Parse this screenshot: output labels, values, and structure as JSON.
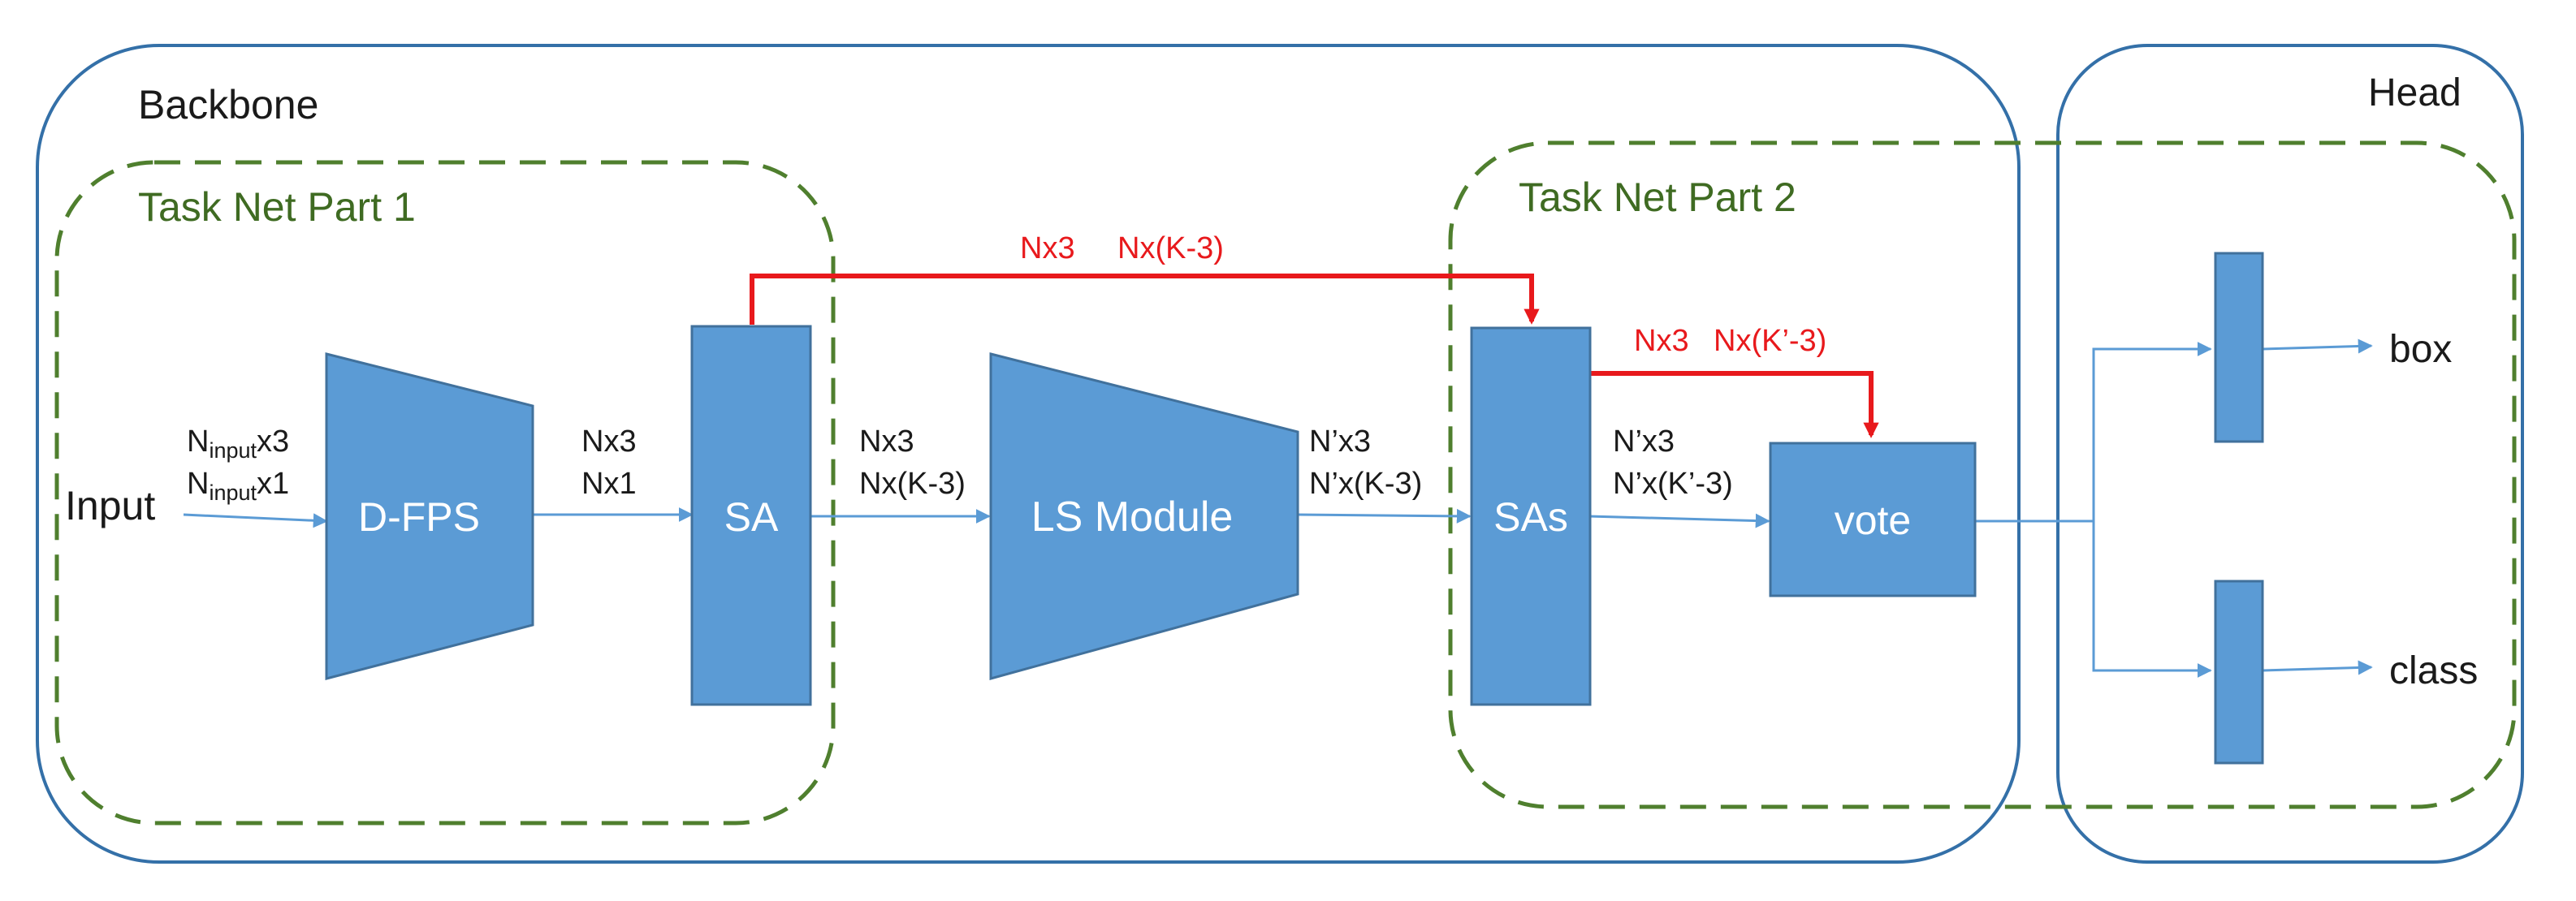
{
  "regions": {
    "backbone_label": "Backbone",
    "head_label": "Head",
    "task_net_1_label": "Task Net Part 1",
    "task_net_2_label": "Task Net Part 2"
  },
  "blocks": {
    "dfps": "D-FPS",
    "sa": "SA",
    "ls_module": "LS Module",
    "sas": "SAs",
    "vote": "vote"
  },
  "io": {
    "input": "Input",
    "box": "box",
    "class": "class"
  },
  "flow_labels": {
    "input_shape_1_base": "N",
    "input_shape_1_sub": "input",
    "input_shape_1_rest": "x3",
    "input_shape_2_base": "N",
    "input_shape_2_sub": "input",
    "input_shape_2_rest": "x1",
    "dfps_out_1": "Nx3",
    "dfps_out_2": "Nx1",
    "sa_out_1": "Nx3",
    "sa_out_2": "Nx(K-3)",
    "ls_out_1": "N’x3",
    "ls_out_2": "N’x(K-3)",
    "sas_out_1": "N’x3",
    "sas_out_2": "N’x(K’-3)"
  },
  "skip_labels": {
    "top_1": "Nx3",
    "top_2": "Nx(K-3)",
    "mid_1": "Nx3",
    "mid_2": "Nx(K’-3)"
  },
  "colors": {
    "block_fill": "#5b9bd5",
    "region_border": "#3470a8",
    "task_net_border": "#4f7f2e",
    "skip_connection": "#e8191c"
  }
}
